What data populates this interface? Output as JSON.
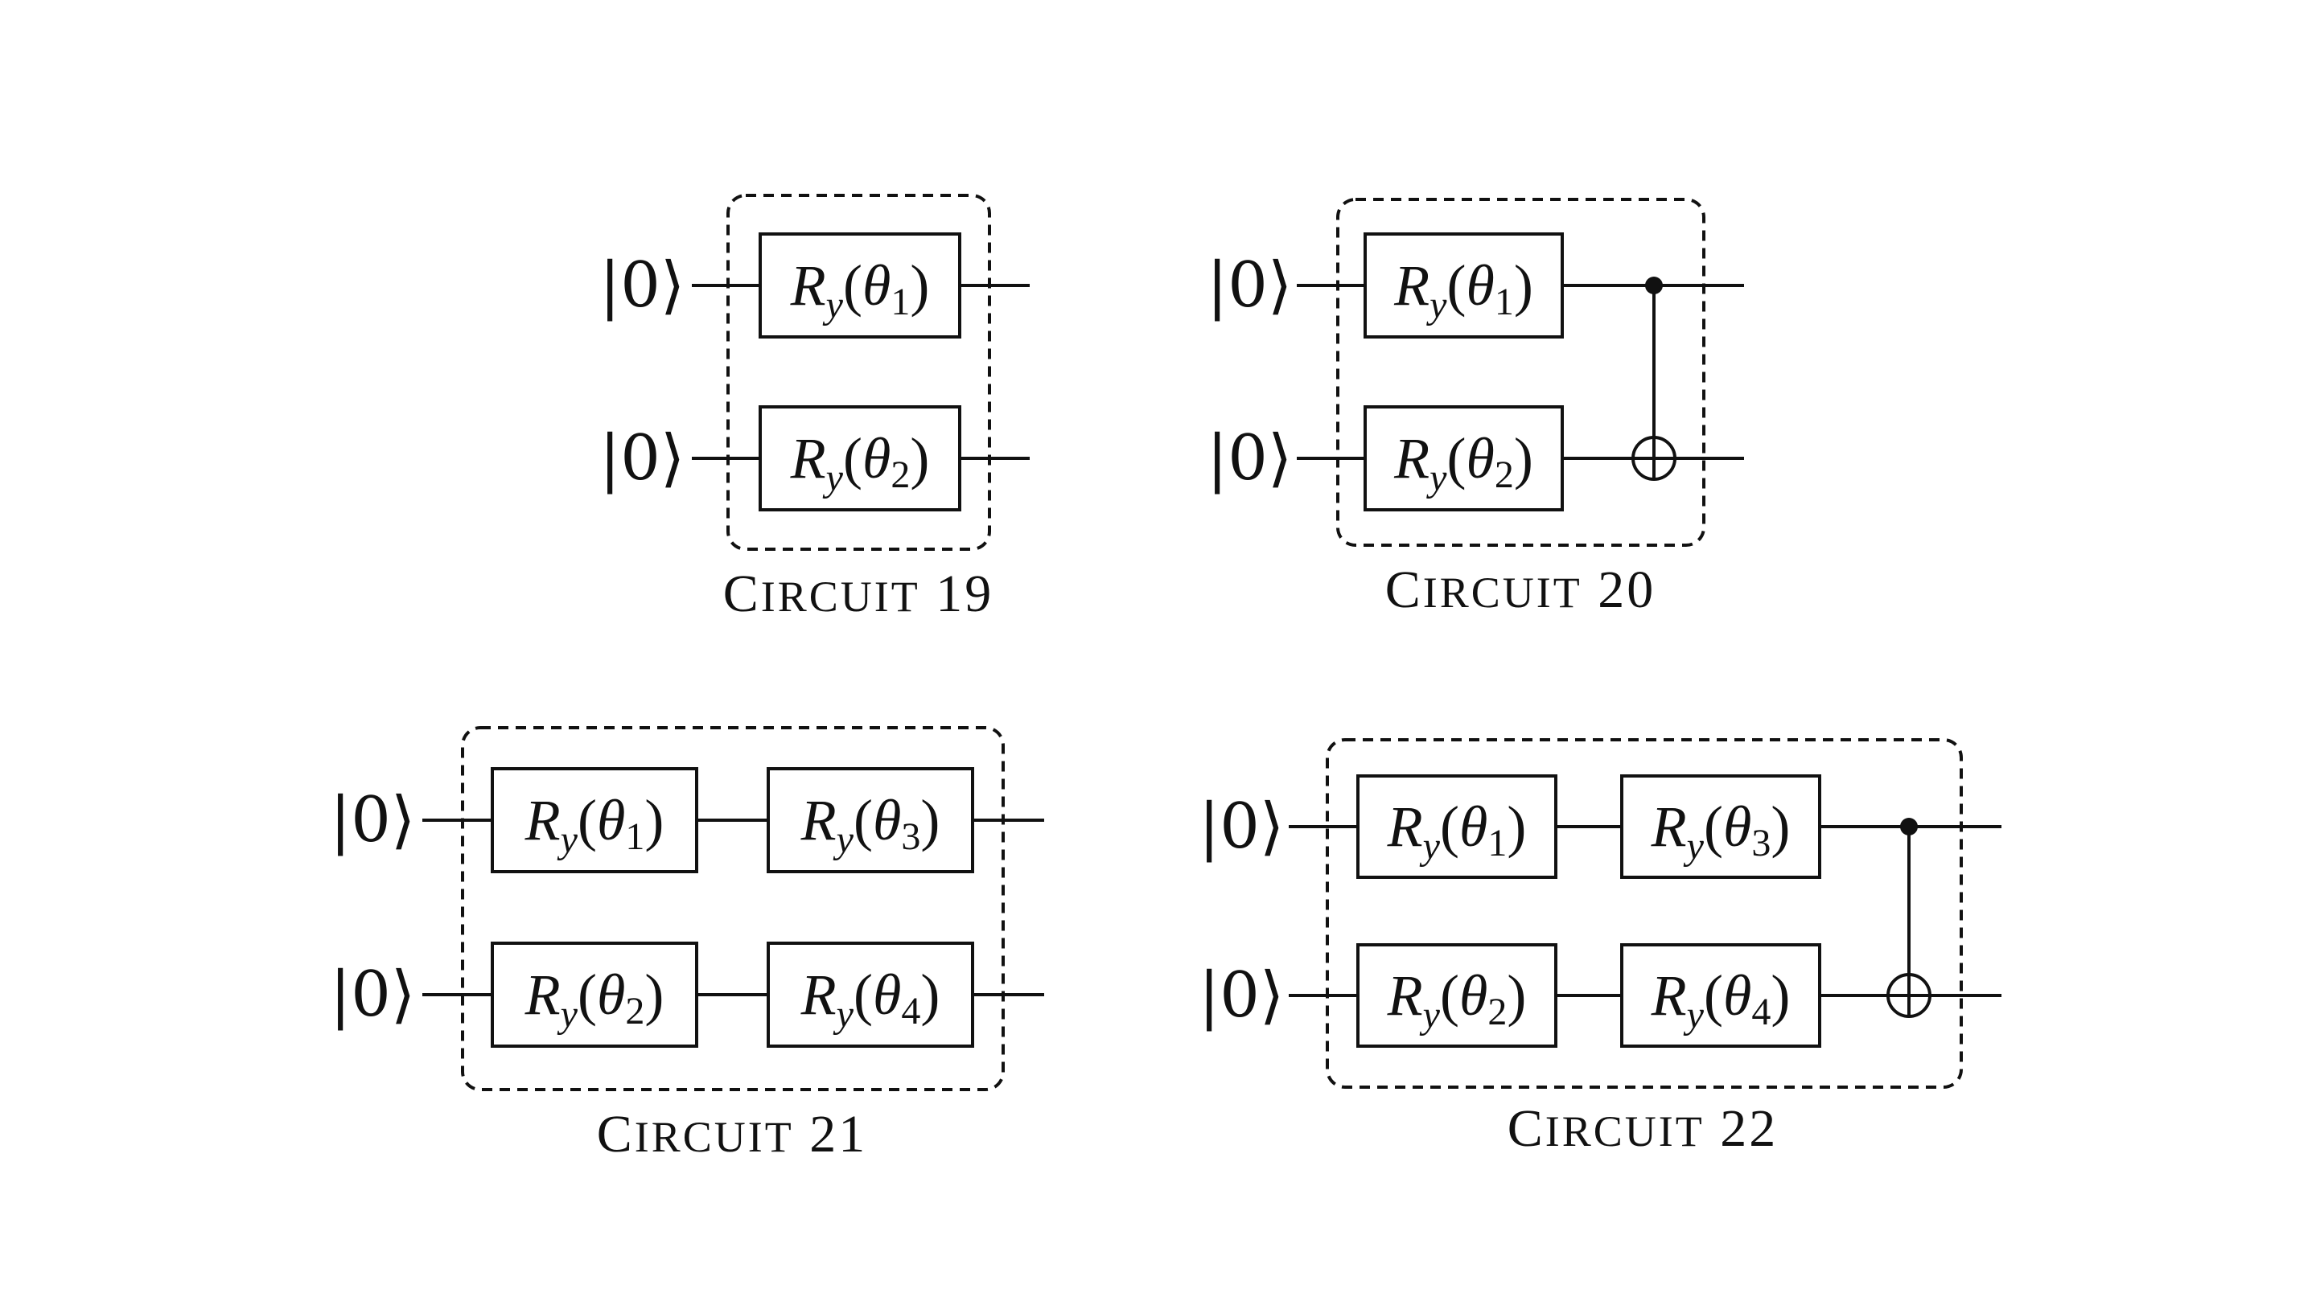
{
  "input_state": "|0⟩",
  "gate_label": "R",
  "gate_axis": "y",
  "angle_symbol": "θ",
  "caption_word": "CIRCUIT",
  "circuits": [
    {
      "number": "19",
      "gates": [
        {
          "qubit": 0,
          "col": 0,
          "index": "1"
        },
        {
          "qubit": 1,
          "col": 0,
          "index": "2"
        }
      ],
      "cnot": null
    },
    {
      "number": "20",
      "gates": [
        {
          "qubit": 0,
          "col": 0,
          "index": "1"
        },
        {
          "qubit": 1,
          "col": 0,
          "index": "2"
        }
      ],
      "cnot": {
        "control": 0,
        "target": 1
      }
    },
    {
      "number": "21",
      "gates": [
        {
          "qubit": 0,
          "col": 0,
          "index": "1"
        },
        {
          "qubit": 1,
          "col": 0,
          "index": "2"
        },
        {
          "qubit": 0,
          "col": 1,
          "index": "3"
        },
        {
          "qubit": 1,
          "col": 1,
          "index": "4"
        }
      ],
      "cnot": null
    },
    {
      "number": "22",
      "gates": [
        {
          "qubit": 0,
          "col": 0,
          "index": "1"
        },
        {
          "qubit": 1,
          "col": 0,
          "index": "2"
        },
        {
          "qubit": 0,
          "col": 1,
          "index": "3"
        },
        {
          "qubit": 1,
          "col": 1,
          "index": "4"
        }
      ],
      "cnot": {
        "control": 0,
        "target": 1
      }
    }
  ]
}
